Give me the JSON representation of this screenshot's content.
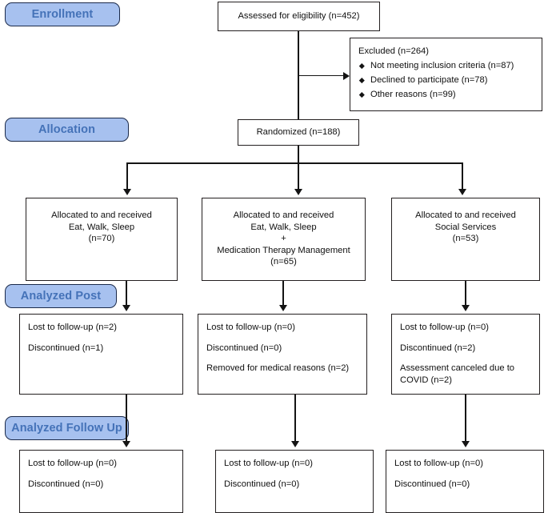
{
  "diagram": {
    "title": "CONSORT participant flow diagram",
    "colors": {
      "stage_fill": "#A7C1EF",
      "stage_border": "#1B2A4A",
      "stage_text": "#4472B8",
      "box_border": "#231F20",
      "connector": "#141414",
      "background": "#FFFFFF"
    }
  },
  "stages": [
    {
      "id": "enrollment",
      "label": "Enrollment"
    },
    {
      "id": "allocation",
      "label": "Allocation"
    },
    {
      "id": "analyzed-post",
      "label": "Analyzed Post"
    },
    {
      "id": "analyzed-follow-up",
      "label": "Analyzed Follow Up"
    }
  ],
  "enrollment": {
    "assessed": "Assessed for eligibility (n=452)",
    "excluded": {
      "heading": "Excluded (n=264)",
      "reasons": [
        "Not meeting inclusion criteria (n=87)",
        "Declined to participate (n=78)",
        "Other reasons (n=99)"
      ]
    },
    "randomized": "Randomized (n=188)"
  },
  "allocation": {
    "arms": [
      {
        "id": "arm-eat-walk-sleep",
        "lines": [
          "Allocated to and received",
          "Eat, Walk, Sleep",
          "(n=70)"
        ]
      },
      {
        "id": "arm-eat-walk-sleep-mtm",
        "lines": [
          "Allocated to and received",
          "Eat, Walk, Sleep",
          "+",
          "Medication Therapy Management",
          "(n=65)"
        ]
      },
      {
        "id": "arm-social-services",
        "lines": [
          "Allocated to and received",
          "Social Services",
          "(n=53)"
        ]
      }
    ]
  },
  "analyzed_post": {
    "arms": [
      {
        "id": "post-arm-1",
        "lines": [
          "Lost to follow-up (n=2)",
          "Discontinued (n=1)"
        ]
      },
      {
        "id": "post-arm-2",
        "lines": [
          "Lost to follow-up (n=0)",
          "Discontinued (n=0)",
          "Removed for medical reasons (n=2)"
        ]
      },
      {
        "id": "post-arm-3",
        "lines": [
          "Lost to follow-up (n=0)",
          "Discontinued (n=2)",
          "Assessment canceled due to COVID (n=2)"
        ]
      }
    ]
  },
  "analyzed_follow_up": {
    "arms": [
      {
        "id": "followup-arm-1",
        "lines": [
          "Lost to follow-up (n=0)",
          "Discontinued (n=0)"
        ]
      },
      {
        "id": "followup-arm-2",
        "lines": [
          "Lost to follow-up (n=0)",
          "Discontinued (n=0)"
        ]
      },
      {
        "id": "followup-arm-3",
        "lines": [
          "Lost to follow-up (n=0)",
          "Discontinued (n=0)"
        ]
      }
    ]
  }
}
